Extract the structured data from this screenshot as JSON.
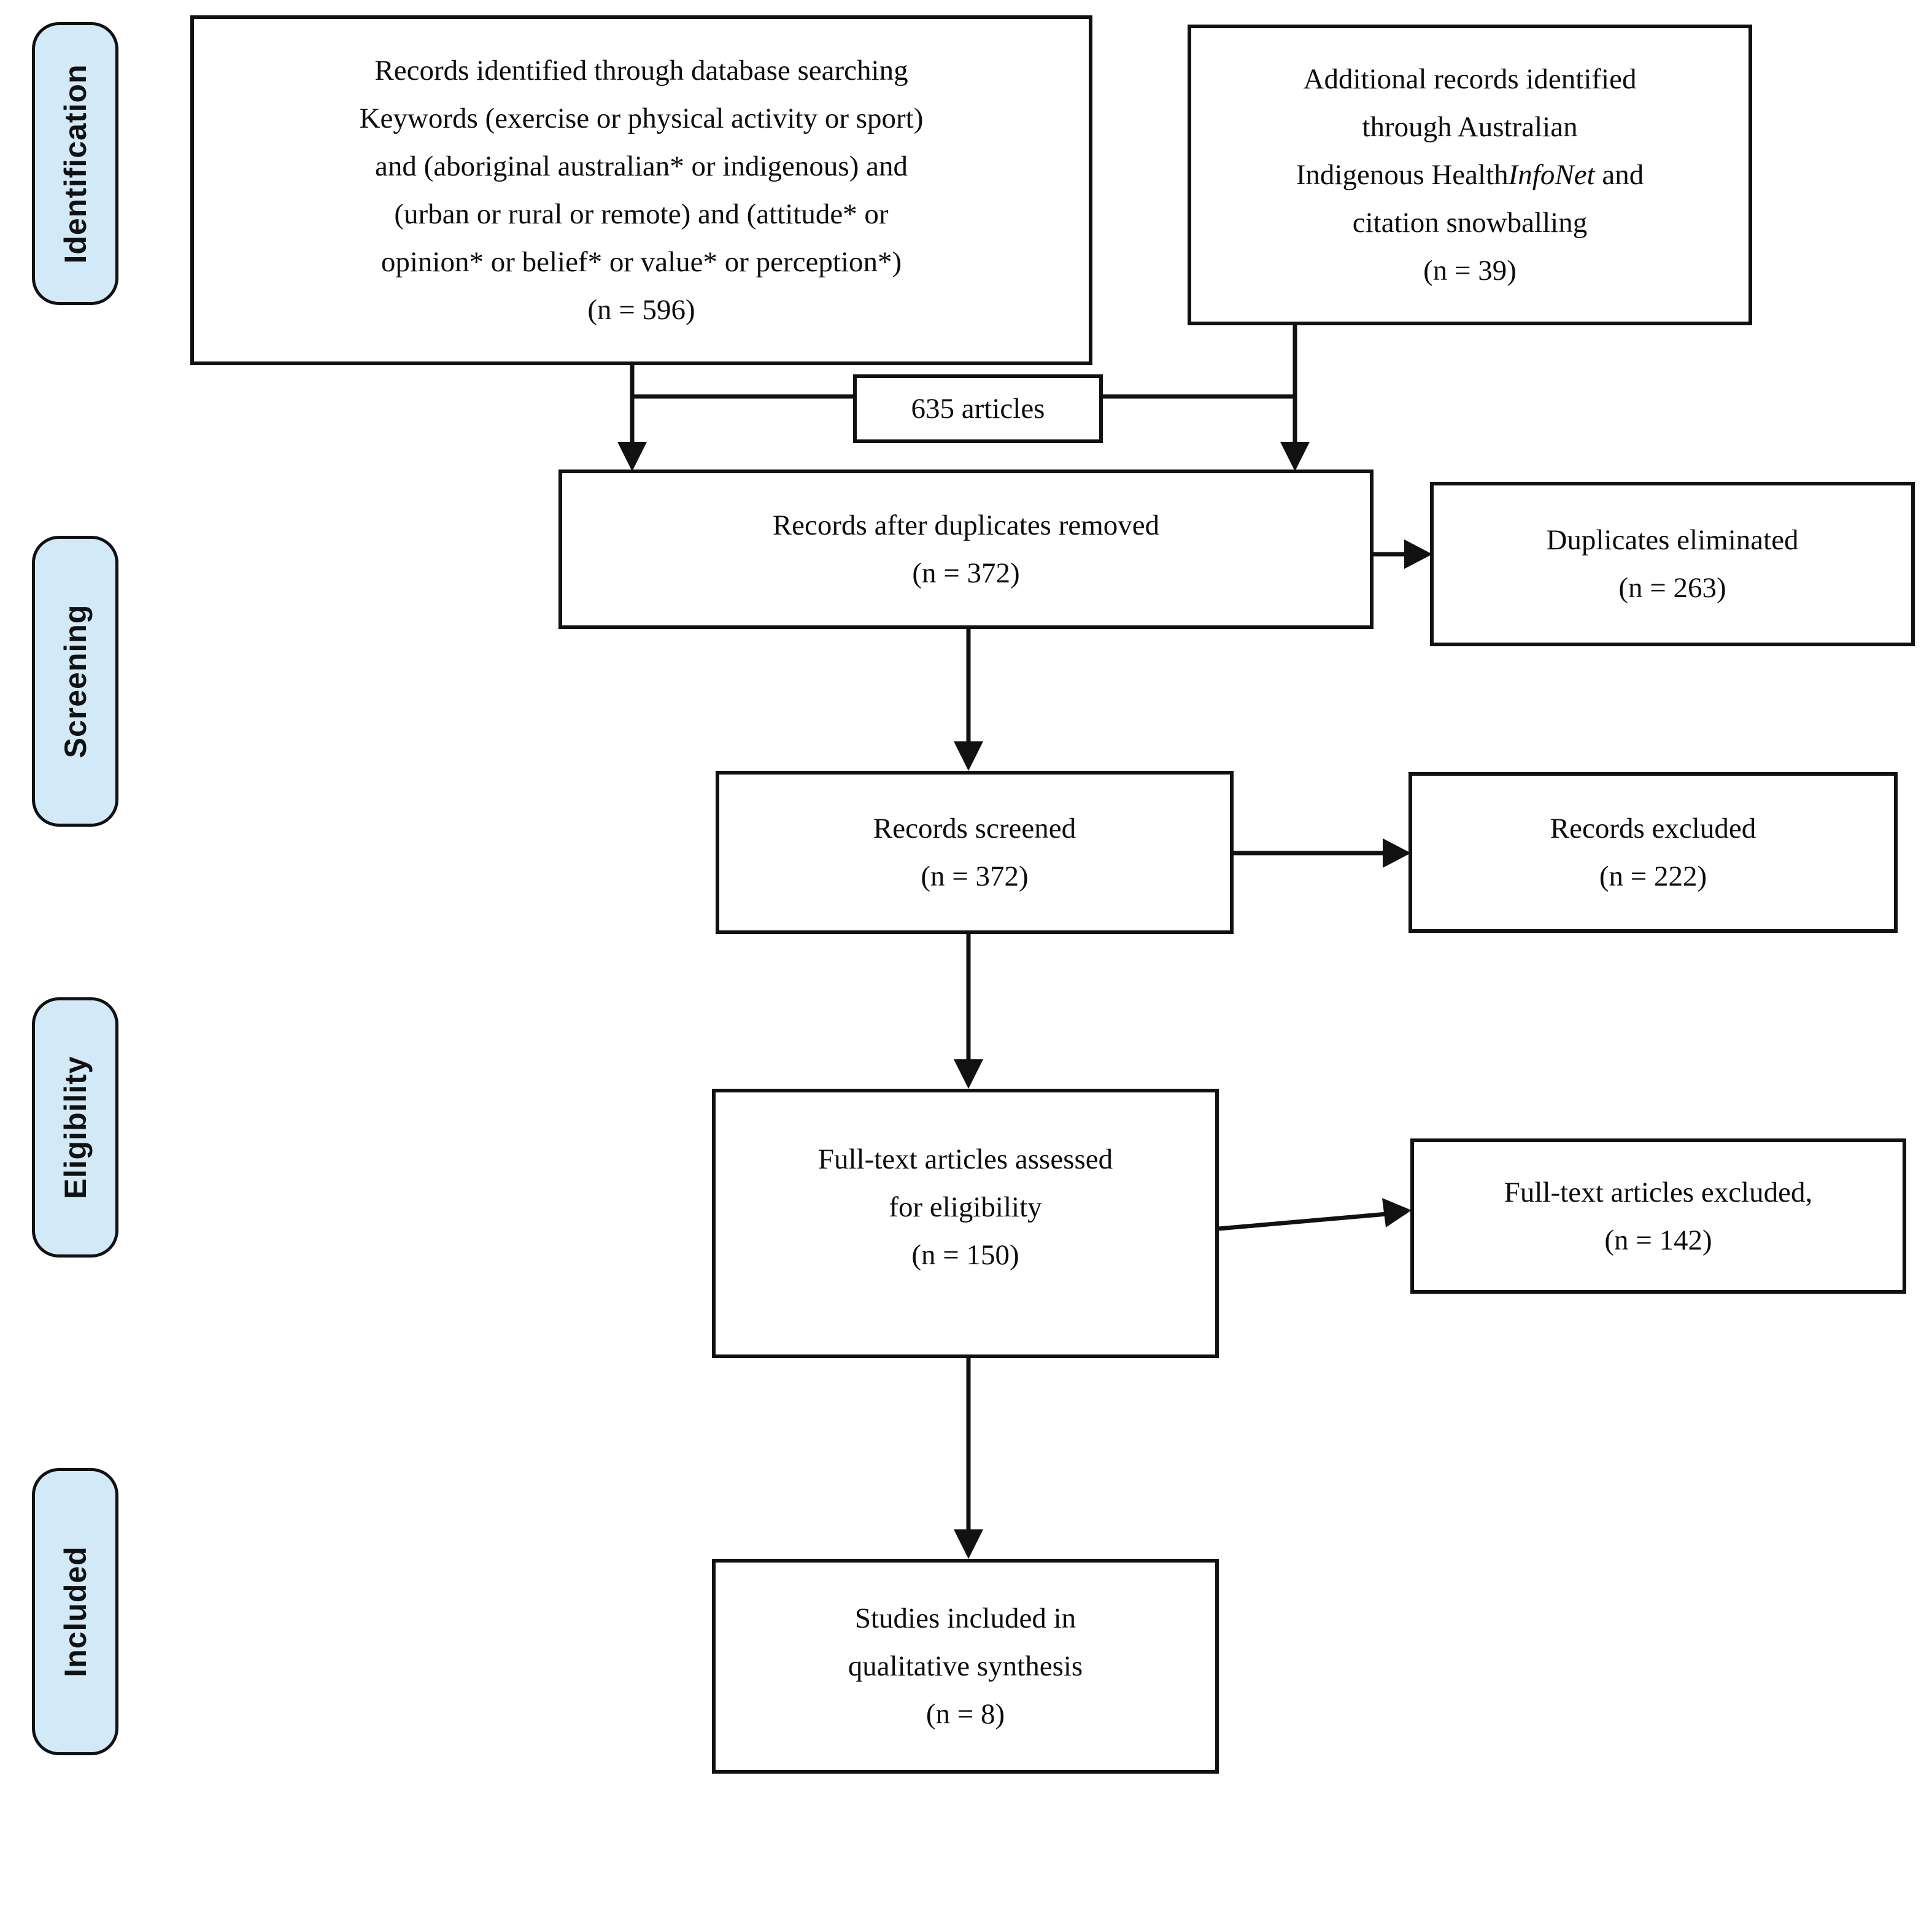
{
  "sidebar": {
    "fill": "#d2e9f8",
    "items": [
      {
        "label": "Identification"
      },
      {
        "label": "Screening"
      },
      {
        "label": "Eligibility"
      },
      {
        "label": "Included"
      }
    ]
  },
  "boxes": {
    "identified": {
      "lines": [
        "Records identified through database searching",
        "Keywords (exercise or physical activity or sport)",
        "and (aboriginal australian* or indigenous) and",
        "(urban or rural or remote) and (attitude* or",
        "opinion* or belief* or value* or perception*)",
        "(n = 596)"
      ]
    },
    "additional": {
      "line1": "Additional records identified",
      "line2": "through Australian",
      "line3_pre": "Indigenous Health",
      "line3_italic": "InfoNet",
      "line3_post": " and",
      "line4": "citation snowballing",
      "line5": "(n = 39)"
    },
    "articles_count": {
      "label": "635 articles"
    },
    "after_duplicates": {
      "line1": "Records after duplicates removed",
      "line2": "(n = 372)"
    },
    "duplicates_eliminated": {
      "line1": "Duplicates eliminated",
      "line2": "(n = 263)"
    },
    "screened": {
      "line1": "Records screened",
      "line2": "(n = 372)"
    },
    "records_excluded": {
      "line1": "Records excluded",
      "line2": "(n = 222)"
    },
    "fulltext_assessed": {
      "line1": "Full-text articles assessed",
      "line2": "for eligibility",
      "line3": "(n = 150)"
    },
    "fulltext_excluded": {
      "line1": "Full-text articles excluded,",
      "line2": "(n = 142)"
    },
    "included_studies": {
      "line1": "Studies included in",
      "line2": "qualitative synthesis",
      "line3": "(n = 8)"
    }
  }
}
